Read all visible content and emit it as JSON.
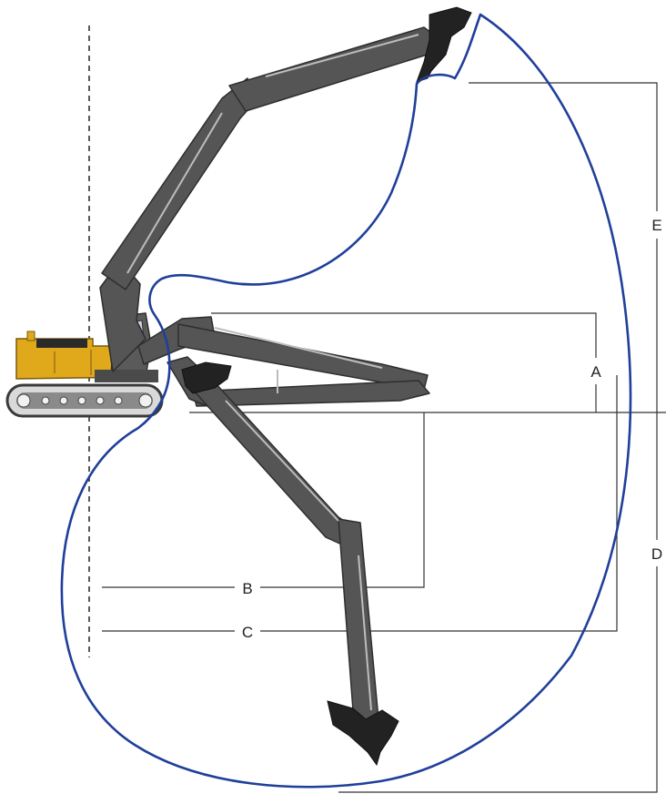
{
  "diagram": {
    "labels": {
      "a": "A",
      "b": "B",
      "c": "C",
      "d": "D",
      "e": "E"
    },
    "colors": {
      "envelope": "#1f3f9a",
      "boom": "#555555",
      "boom_edge": "#2e2e2e",
      "bucket": "#222222",
      "body_yellow": "#e0a81b",
      "body_dark": "#7a5a0d",
      "track": "#3a3a3a",
      "dimension_line": "#333333",
      "centerline": "#222222"
    },
    "icons": [
      "excavator-machine-icon",
      "bucket-icon"
    ]
  }
}
